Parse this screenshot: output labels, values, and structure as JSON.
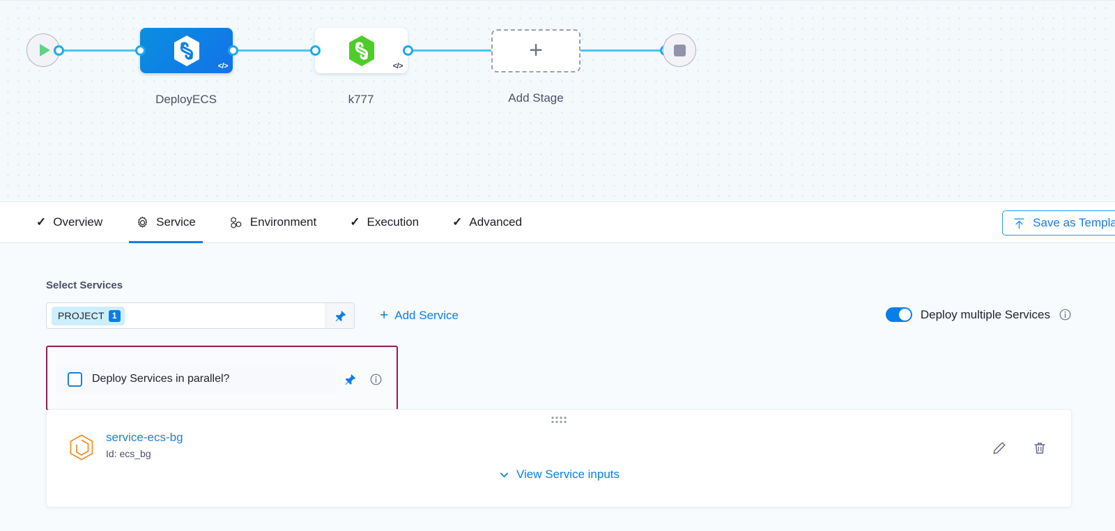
{
  "pipeline": {
    "start_node": {
      "name": "start-node",
      "icon": "play-icon"
    },
    "end_node": {
      "name": "end-node",
      "icon": "stop-icon"
    },
    "stages": [
      {
        "label": "DeployECS",
        "icon": "harness-hexagon-icon",
        "style": "filled",
        "code_icon": "code-icon"
      },
      {
        "label": "k777",
        "icon": "harness-hexagon-green-icon",
        "style": "plain",
        "code_icon": "code-icon"
      },
      {
        "label": "Add Stage",
        "icon": "plus-icon",
        "style": "dashed",
        "code_icon": ""
      }
    ]
  },
  "tabs": [
    {
      "label": "Overview",
      "icon": "check-icon",
      "active": false
    },
    {
      "label": "Service",
      "icon": "gear-icon",
      "active": true
    },
    {
      "label": "Environment",
      "icon": "environment-hexagons-icon",
      "active": false
    },
    {
      "label": "Execution",
      "icon": "check-icon",
      "active": false
    },
    {
      "label": "Advanced",
      "icon": "check-icon",
      "active": false
    }
  ],
  "toolbar": {
    "save_template_label": "Save as Template",
    "save_template_icon": "upload-arrow-icon"
  },
  "service_section": {
    "title": "Select Services",
    "services_field": {
      "chip_label": "PROJECT",
      "chip_count": "1",
      "placeholder": "",
      "pin_icon": "pin-icon"
    },
    "add_service_label": "Add Service",
    "add_service_icon": "plus-icon",
    "deploy_multiple": {
      "label": "Deploy multiple Services",
      "enabled": true,
      "info_icon": "info-icon"
    },
    "parallel_checkbox": {
      "label": "Deploy Services in parallel?",
      "checked": false,
      "pin_icon": "pin-icon",
      "info_icon": "info-icon",
      "highlight_color": "#8d1c51"
    },
    "service_card": {
      "drag_handle_icon": "drag-handle-icon",
      "service_icon": "service-hexagon-icon",
      "name": "service-ecs-bg",
      "id_text": "Id: ecs_bg",
      "view_inputs_label": "View Service inputs",
      "view_inputs_icon": "chevron-down-icon",
      "edit_icon": "pencil-icon",
      "delete_icon": "trash-icon"
    }
  },
  "colors": {
    "accent_blue": "#0a7ee8",
    "connector_blue": "#4dc4f5",
    "stage_blue": "#0f7fe4",
    "stage_green": "#4ecc29",
    "service_orange": "#f08a24",
    "highlight_magenta": "#8d1c51"
  }
}
